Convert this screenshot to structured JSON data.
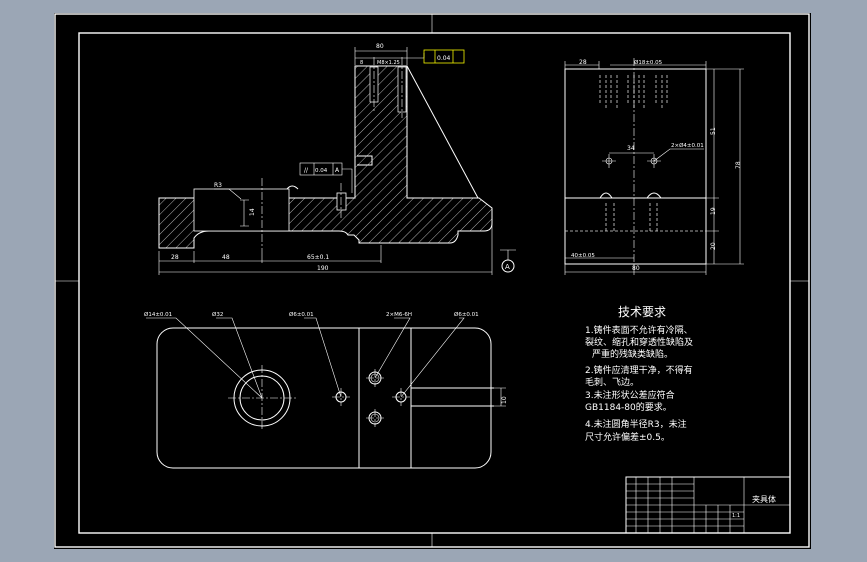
{
  "colors": {
    "background": "#9ba6b5",
    "viewport": "#000000",
    "lines": "#ffffff",
    "hatch": "#ffffff",
    "highlight": "#f4f400"
  },
  "front_view": {
    "dim_top": "80",
    "dim_left_pin": "8",
    "dim_m": "M8×1.25",
    "flatness": "0.04",
    "parallelism": "0.04",
    "datum_a": "A",
    "dim_r3": "R3",
    "dim_depth": "14",
    "dim_28": "28",
    "dim_48": "48",
    "dim_mid": "65±0.1",
    "dim_total": "190"
  },
  "side_view": {
    "dim_left_top": "28",
    "dim_top_right": "Ø18±0.05",
    "dim_51": "51",
    "dim_78": "78",
    "dim_19": "19",
    "dim_20": "20",
    "dim_34": "34",
    "dim_hole": "2×Ø4±0.01",
    "dim_bottom_left": "40±0.05",
    "dim_bottom": "80"
  },
  "top_view": {
    "callout_1": "Ø14±0.01",
    "callout_2": "Ø32",
    "callout_3": "Ø6±0.01",
    "callout_4": "2×M6-6H",
    "callout_5": "Ø6±0.01",
    "dim_slot": "10"
  },
  "tech_requirements": {
    "title": "技术要求",
    "lines": [
      "1.铸件表面不允许有冷隔、",
      "裂纹、缩孔和穿透性缺陷及",
      "严重的残缺类缺陷。",
      "2.铸件应清理干净，不得有",
      "毛刺、飞边。",
      "3.未注形状公差应符合",
      "GB1184-80的要求。",
      "4.未注圆角半径R3，未注",
      "尺寸允许偏差±0.5。"
    ]
  },
  "title_block": {
    "part_name": "夹具体",
    "scale": "1:1"
  }
}
